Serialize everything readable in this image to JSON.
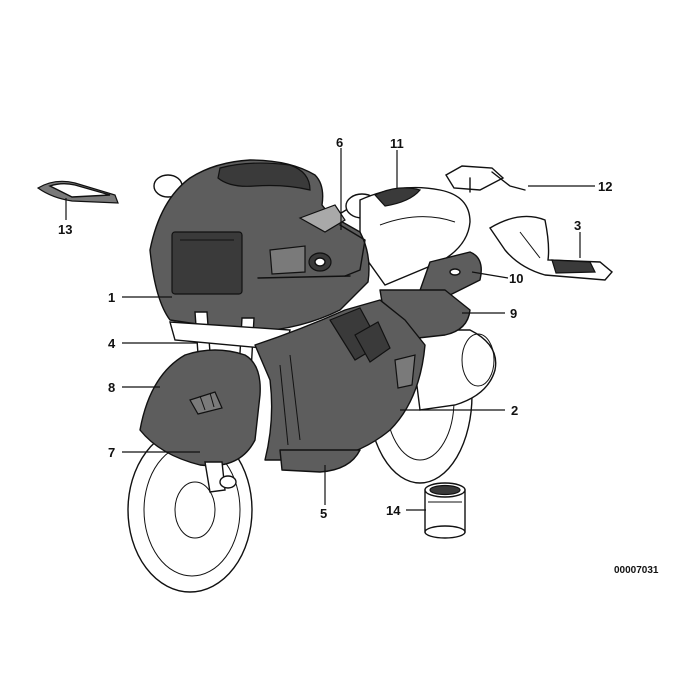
{
  "callouts": [
    "1",
    "2",
    "3",
    "4",
    "5",
    "6",
    "7",
    "8",
    "9",
    "10",
    "11",
    "12",
    "13",
    "14"
  ],
  "reference_number": "00007031",
  "colors": {
    "ink": "#111111",
    "fairing": "#5d5d5d",
    "background": "#ffffff"
  }
}
